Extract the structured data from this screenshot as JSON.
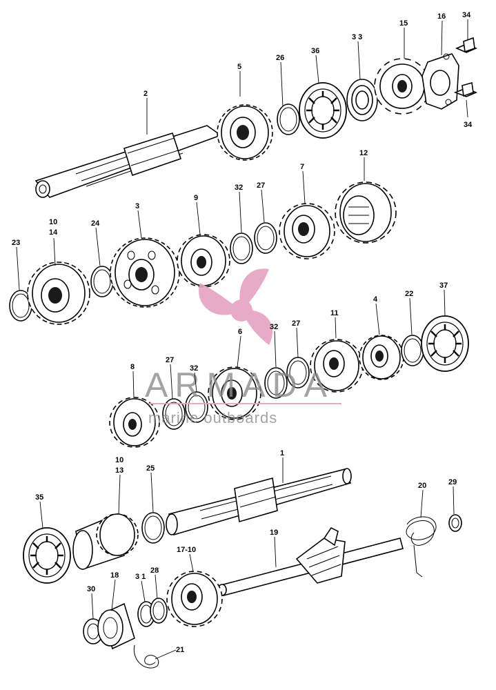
{
  "parts": [
    {
      "id": "p2",
      "label": "2"
    },
    {
      "id": "p5",
      "label": "5"
    },
    {
      "id": "p26",
      "label": "26"
    },
    {
      "id": "p36",
      "label": "36"
    },
    {
      "id": "p33",
      "label": "3 3"
    },
    {
      "id": "p15",
      "label": "15"
    },
    {
      "id": "p16",
      "label": "16"
    },
    {
      "id": "p34a",
      "label": "34"
    },
    {
      "id": "p34b",
      "label": "34"
    },
    {
      "id": "p10a",
      "label": "10"
    },
    {
      "id": "p14",
      "label": "14"
    },
    {
      "id": "p23",
      "label": "23"
    },
    {
      "id": "p24",
      "label": "24"
    },
    {
      "id": "p3",
      "label": "3"
    },
    {
      "id": "p9",
      "label": "9"
    },
    {
      "id": "p32a",
      "label": "32"
    },
    {
      "id": "p27a",
      "label": "27"
    },
    {
      "id": "p7",
      "label": "7"
    },
    {
      "id": "p12",
      "label": "12"
    },
    {
      "id": "p6",
      "label": "6"
    },
    {
      "id": "p32b",
      "label": "32"
    },
    {
      "id": "p27b",
      "label": "27"
    },
    {
      "id": "p11",
      "label": "11"
    },
    {
      "id": "p4",
      "label": "4"
    },
    {
      "id": "p22",
      "label": "22"
    },
    {
      "id": "p37",
      "label": "37"
    },
    {
      "id": "p8",
      "label": "8"
    },
    {
      "id": "p27c",
      "label": "27"
    },
    {
      "id": "p32c",
      "label": "32"
    },
    {
      "id": "p1",
      "label": "1"
    },
    {
      "id": "p10b",
      "label": "10"
    },
    {
      "id": "p13",
      "label": "13"
    },
    {
      "id": "p25",
      "label": "25"
    },
    {
      "id": "p35",
      "label": "35"
    },
    {
      "id": "p20",
      "label": "20"
    },
    {
      "id": "p29",
      "label": "29"
    },
    {
      "id": "p19",
      "label": "19"
    },
    {
      "id": "p17",
      "label": "17-10"
    },
    {
      "id": "p30",
      "label": "30"
    },
    {
      "id": "p18",
      "label": "18"
    },
    {
      "id": "p31",
      "label": "3 1"
    },
    {
      "id": "p28",
      "label": "28"
    },
    {
      "id": "p21",
      "label": "21"
    }
  ],
  "watermark": {
    "title": "ARMADA",
    "subtitle": "marine outboards",
    "logo_color": "#e6a3c2"
  }
}
